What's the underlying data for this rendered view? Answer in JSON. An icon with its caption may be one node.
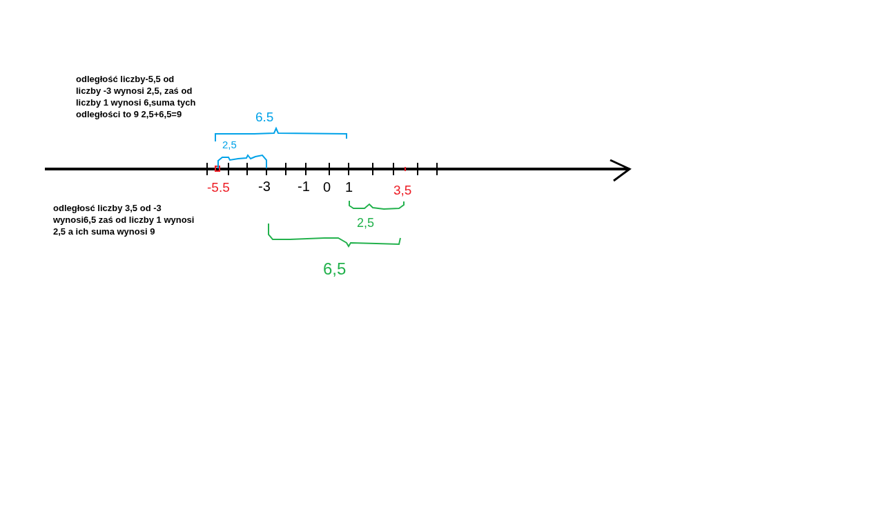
{
  "diagram": {
    "labels": [
      "odległość liczby-5,5 od liczby -3 wynosi 2,5, zaś od liczby 1 wynosi 6,suma tych odległości to 9 2,5+6,5=9",
      "6.5",
      "2,5",
      "-5.5",
      "-3",
      "-1",
      "0",
      "1",
      "3,5",
      "odległosć liczby 3,5 od -3 wynosi6,5 zaś od liczby 1 wynosi 2,5 a ich suma wynosi 9",
      "2,5",
      "6,5"
    ]
  }
}
